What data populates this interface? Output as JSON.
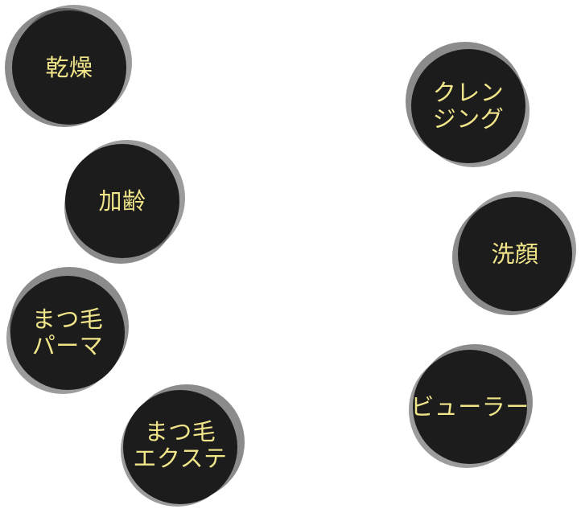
{
  "items": [
    {
      "id": "kansou",
      "lines": [
        "乾燥"
      ]
    },
    {
      "id": "karei",
      "lines": [
        "加齢"
      ]
    },
    {
      "id": "matsuge-perm",
      "lines": [
        "まつ毛",
        "パーマ"
      ]
    },
    {
      "id": "matsuge-ext",
      "lines": [
        "まつ毛",
        "エクステ"
      ]
    },
    {
      "id": "cleansing",
      "lines": [
        "クレン",
        "ジング"
      ]
    },
    {
      "id": "sengan",
      "lines": [
        "洗顔"
      ]
    },
    {
      "id": "eyelash-curler",
      "lines": [
        "ビューラー"
      ]
    }
  ],
  "colors": {
    "blob": "#1c1c1c",
    "text": "#f1e58a",
    "background": "#ffffff"
  }
}
